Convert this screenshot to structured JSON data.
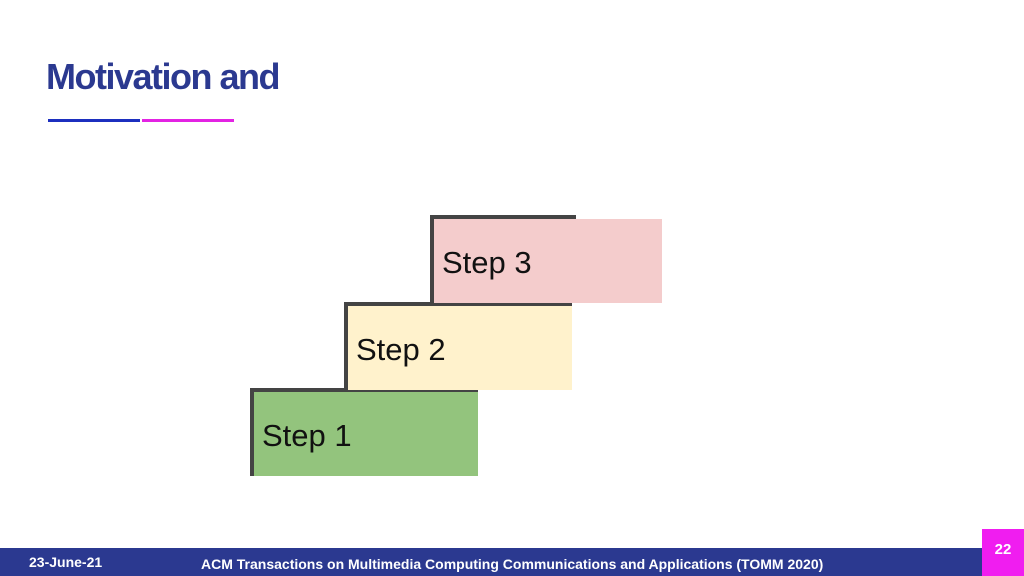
{
  "slide": {
    "title": "Motivation and"
  },
  "diagram": {
    "steps": [
      {
        "label": "Step 1",
        "color": "#93c47d"
      },
      {
        "label": "Step 2",
        "color": "#fff2cc"
      },
      {
        "label": "Step 3",
        "color": "#f4cccc"
      }
    ]
  },
  "footer": {
    "date": "23-June-21",
    "journal": "ACM Transactions on Multimedia Computing Communications and Applications (TOMM 2020)",
    "page_number": "22"
  },
  "colors": {
    "title": "#2b3990",
    "footer_bar": "#2b3990",
    "underline_blue": "#1c2fbf",
    "underline_pink": "#e323e3",
    "page_badge": "#f01df0"
  }
}
